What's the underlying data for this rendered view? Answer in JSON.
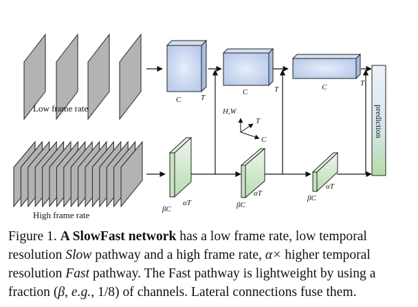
{
  "labels": {
    "low_frame_rate": "Low frame rate",
    "high_frame_rate": "High frame rate",
    "prediction": "prediction",
    "hw": "H,W",
    "axis_t": "T",
    "axis_c": "C",
    "slow_c": "C",
    "slow_t": "T",
    "fast_beta_c": "βC",
    "fast_alpha_t": "αT"
  },
  "caption": {
    "fig_label": "Figure 1.",
    "title": "A SlowFast network",
    "t1": " has a low frame rate, low temporal resolution ",
    "slow": "Slow",
    "t2": " pathway and a high frame rate, ",
    "alpha": "α×",
    "t3": " higher temporal resolution ",
    "fast": "Fast",
    "t4": " pathway. The Fast pathway is lightweight by using a fraction (",
    "beta": "β",
    "eg": "e.g.",
    "t5": ", 1/8) of channels. Lateral connections fuse them."
  },
  "colors": {
    "slow_block": "#c6d4ee",
    "fast_block": "#cfe6cb",
    "frame_fill": "#b3b3b3",
    "prediction_top": "#e9eef8",
    "prediction_bottom": "#bfe0b4"
  }
}
